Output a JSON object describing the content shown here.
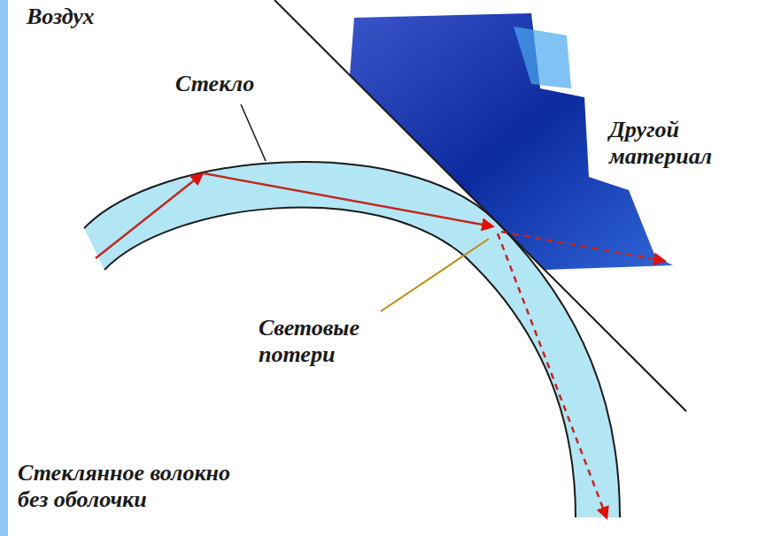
{
  "diagram": {
    "labels": [
      "Воздух",
      "Стекло",
      "Другой материал",
      "Световые потери",
      "Стеклянное волокно без оболочки"
    ]
  }
}
